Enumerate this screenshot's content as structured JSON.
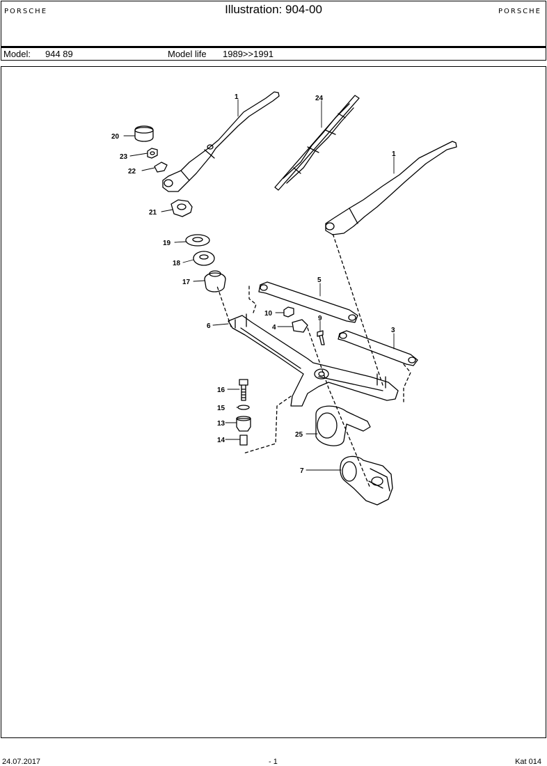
{
  "header": {
    "brand_left": "PORSCHE",
    "title": "Illustration: 904-00",
    "brand_right": "PORSCHE"
  },
  "model_bar": {
    "model_label": "Model:",
    "model_value": "944 89",
    "life_label": "Model life",
    "life_value": "1989>>1991"
  },
  "callouts": [
    "1",
    "24",
    "20",
    "23",
    "22",
    "21",
    "1",
    "19",
    "18",
    "17",
    "5",
    "10",
    "9",
    "4",
    "6",
    "3",
    "16",
    "15",
    "13",
    "14",
    "25",
    "7"
  ],
  "footer": {
    "date": "24.07.2017",
    "page": "- 1",
    "catalog": "Kat 014"
  }
}
